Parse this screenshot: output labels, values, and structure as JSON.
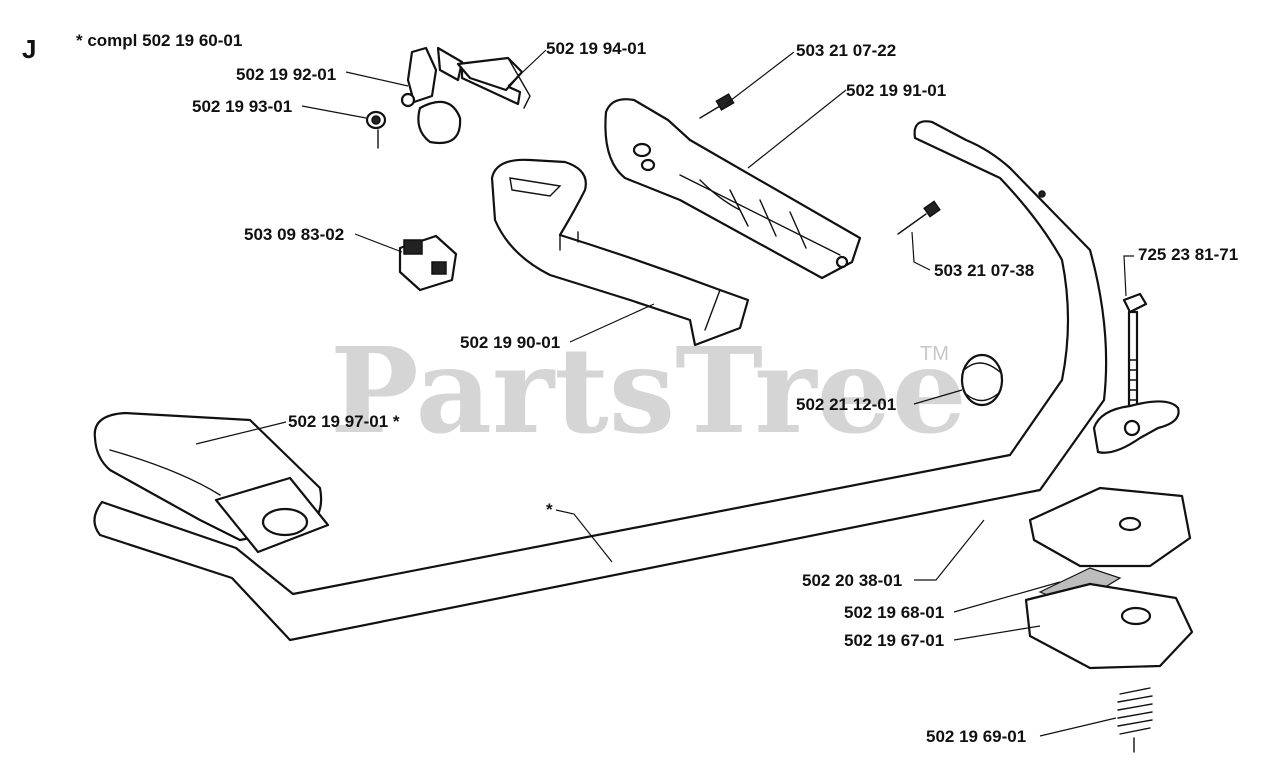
{
  "section_letter": "J",
  "kit_note": "* compl 502 19 60-01",
  "watermark": "PartsTree",
  "watermark_tm": "TM",
  "parts": {
    "p_502_19_94_01": "502 19 94-01",
    "p_502_19_92_01": "502 19 92-01",
    "p_502_19_93_01": "502 19 93-01",
    "p_503_21_07_22": "503 21 07-22",
    "p_502_19_91_01": "502 19 91-01",
    "p_503_09_83_02": "503 09 83-02",
    "p_503_21_07_38": "503 21 07-38",
    "p_725_23_81_71": "725 23 81-71",
    "p_502_19_90_01": "502 19 90-01",
    "p_502_21_12_01": "502 21 12-01",
    "p_502_19_97_01": "502 19 97-01 *",
    "p_star": "*",
    "p_502_20_38_01": "502 20 38-01",
    "p_502_19_68_01": "502 19 68-01",
    "p_502_19_67_01": "502 19 67-01",
    "p_502_19_69_01": "502 19 69-01"
  }
}
